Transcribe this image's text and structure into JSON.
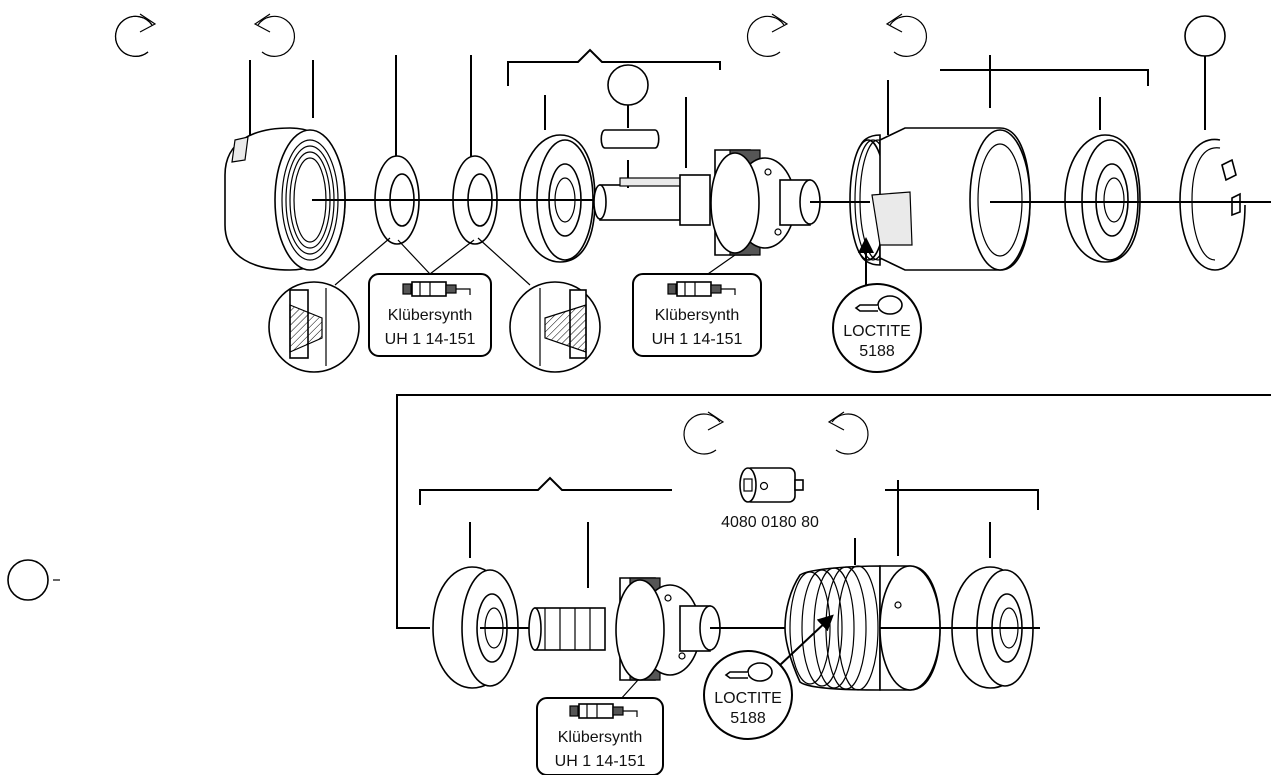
{
  "lubricant": {
    "name": "Klübersynth",
    "grade": "UH 1 14-151"
  },
  "threadlocker": {
    "brand": "LOCTITE",
    "number": "5188"
  },
  "tool": {
    "part_number": "4080 0180 80"
  }
}
